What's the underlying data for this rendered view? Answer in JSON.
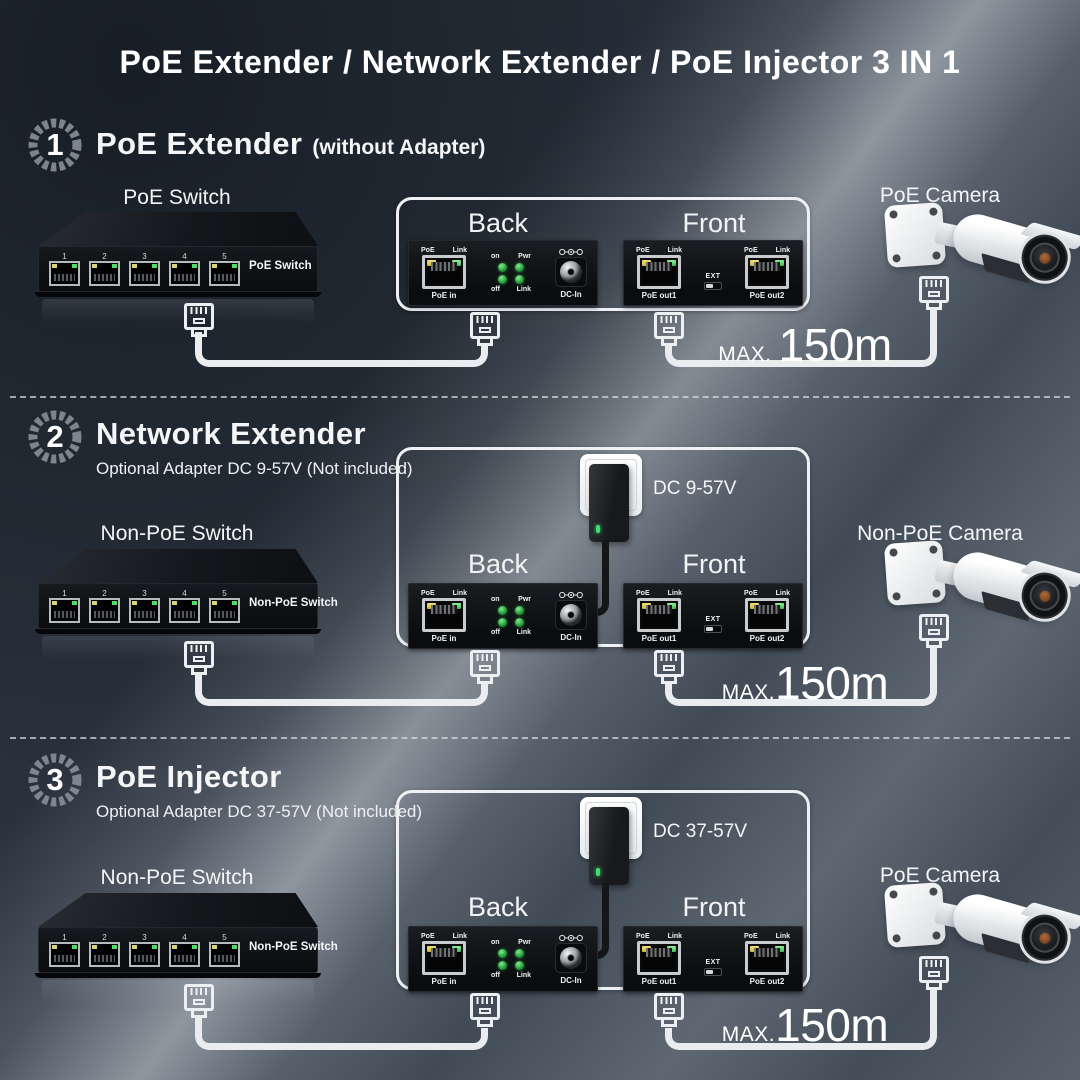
{
  "title": "PoE Extender / Network Extender / PoE Injector 3 IN 1",
  "sections": [
    {
      "number": "1",
      "heading": "PoE Extender",
      "note": "(without Adapter)",
      "switch_label": "PoE Switch",
      "switch_text": "PoE Switch",
      "camera_label": "PoE Camera",
      "max_prefix": "MAX.",
      "distance": "150m"
    },
    {
      "number": "2",
      "heading": "Network Extender",
      "subtitle": "Optional Adapter DC 9-57V (Not included)",
      "adapter_label": "DC 9-57V",
      "switch_label": "Non-PoE Switch",
      "switch_text": "Non-PoE Switch",
      "camera_label": "Non-PoE Camera",
      "max_prefix": "MAX.",
      "distance": "150m"
    },
    {
      "number": "3",
      "heading": "PoE Injector",
      "subtitle": "Optional Adapter DC 37-57V (Not included)",
      "adapter_label": "DC 37-57V",
      "switch_label": "Non-PoE Switch",
      "switch_text": "Non-PoE Switch",
      "camera_label": "PoE Camera",
      "max_prefix": "MAX.",
      "distance": "150m"
    }
  ],
  "device_panel": {
    "back": "Back",
    "front": "Front",
    "led_poe": "PoE",
    "led_link": "Link",
    "port_in": "PoE in",
    "on": "on",
    "pwr": "Pwr",
    "off": "off",
    "link": "Link",
    "dc_in": "DC-In",
    "port_out1": "PoE out1",
    "port_out2": "PoE out2",
    "ext": "EXT"
  },
  "switch_ports": [
    "1",
    "2",
    "3",
    "4",
    "5"
  ],
  "colors": {
    "background": "#2a333e",
    "highlight_band": "#9aa5b0",
    "cable_white": "#e9edf0",
    "text": "#ffffff",
    "led_green": "#27a03e",
    "led_yellow": "#e0cc55",
    "device_black": "#0c0e11"
  }
}
